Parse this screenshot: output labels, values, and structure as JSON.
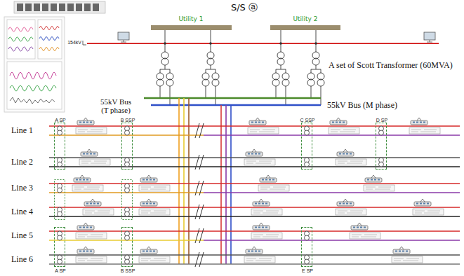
{
  "diagram": {
    "title": "S/S ⓐ",
    "nodes": [
      {
        "text": [
          "A SP"
        ]
      },
      {
        "text": [
          "B SSP"
        ]
      },
      {
        "text": [
          "C SSP"
        ]
      },
      {
        "text": [
          "D SP"
        ]
      },
      {
        "text": [
          "A SP"
        ]
      },
      {
        "text": [
          "B SSP"
        ]
      },
      {
        "text": [
          "E SP"
        ]
      }
    ],
    "labels": [
      "Utility 1",
      "Utility 2",
      "154kV",
      "A set of Scott Transformer (60MVA)",
      "55kV Bus (T phase)",
      "55kV Bus (M phase)",
      "Line 1",
      "Line 2",
      "Line 3",
      "Line 4",
      "Line 5",
      "Line 6"
    ]
  }
}
